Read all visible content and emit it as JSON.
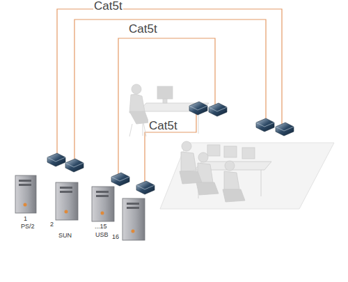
{
  "diagram": {
    "labels": [
      "Cat5t",
      "Cat5t",
      "Cat5t",
      "1",
      "PS/2",
      "2",
      "SUN",
      "...15",
      "USB",
      "16"
    ]
  }
}
